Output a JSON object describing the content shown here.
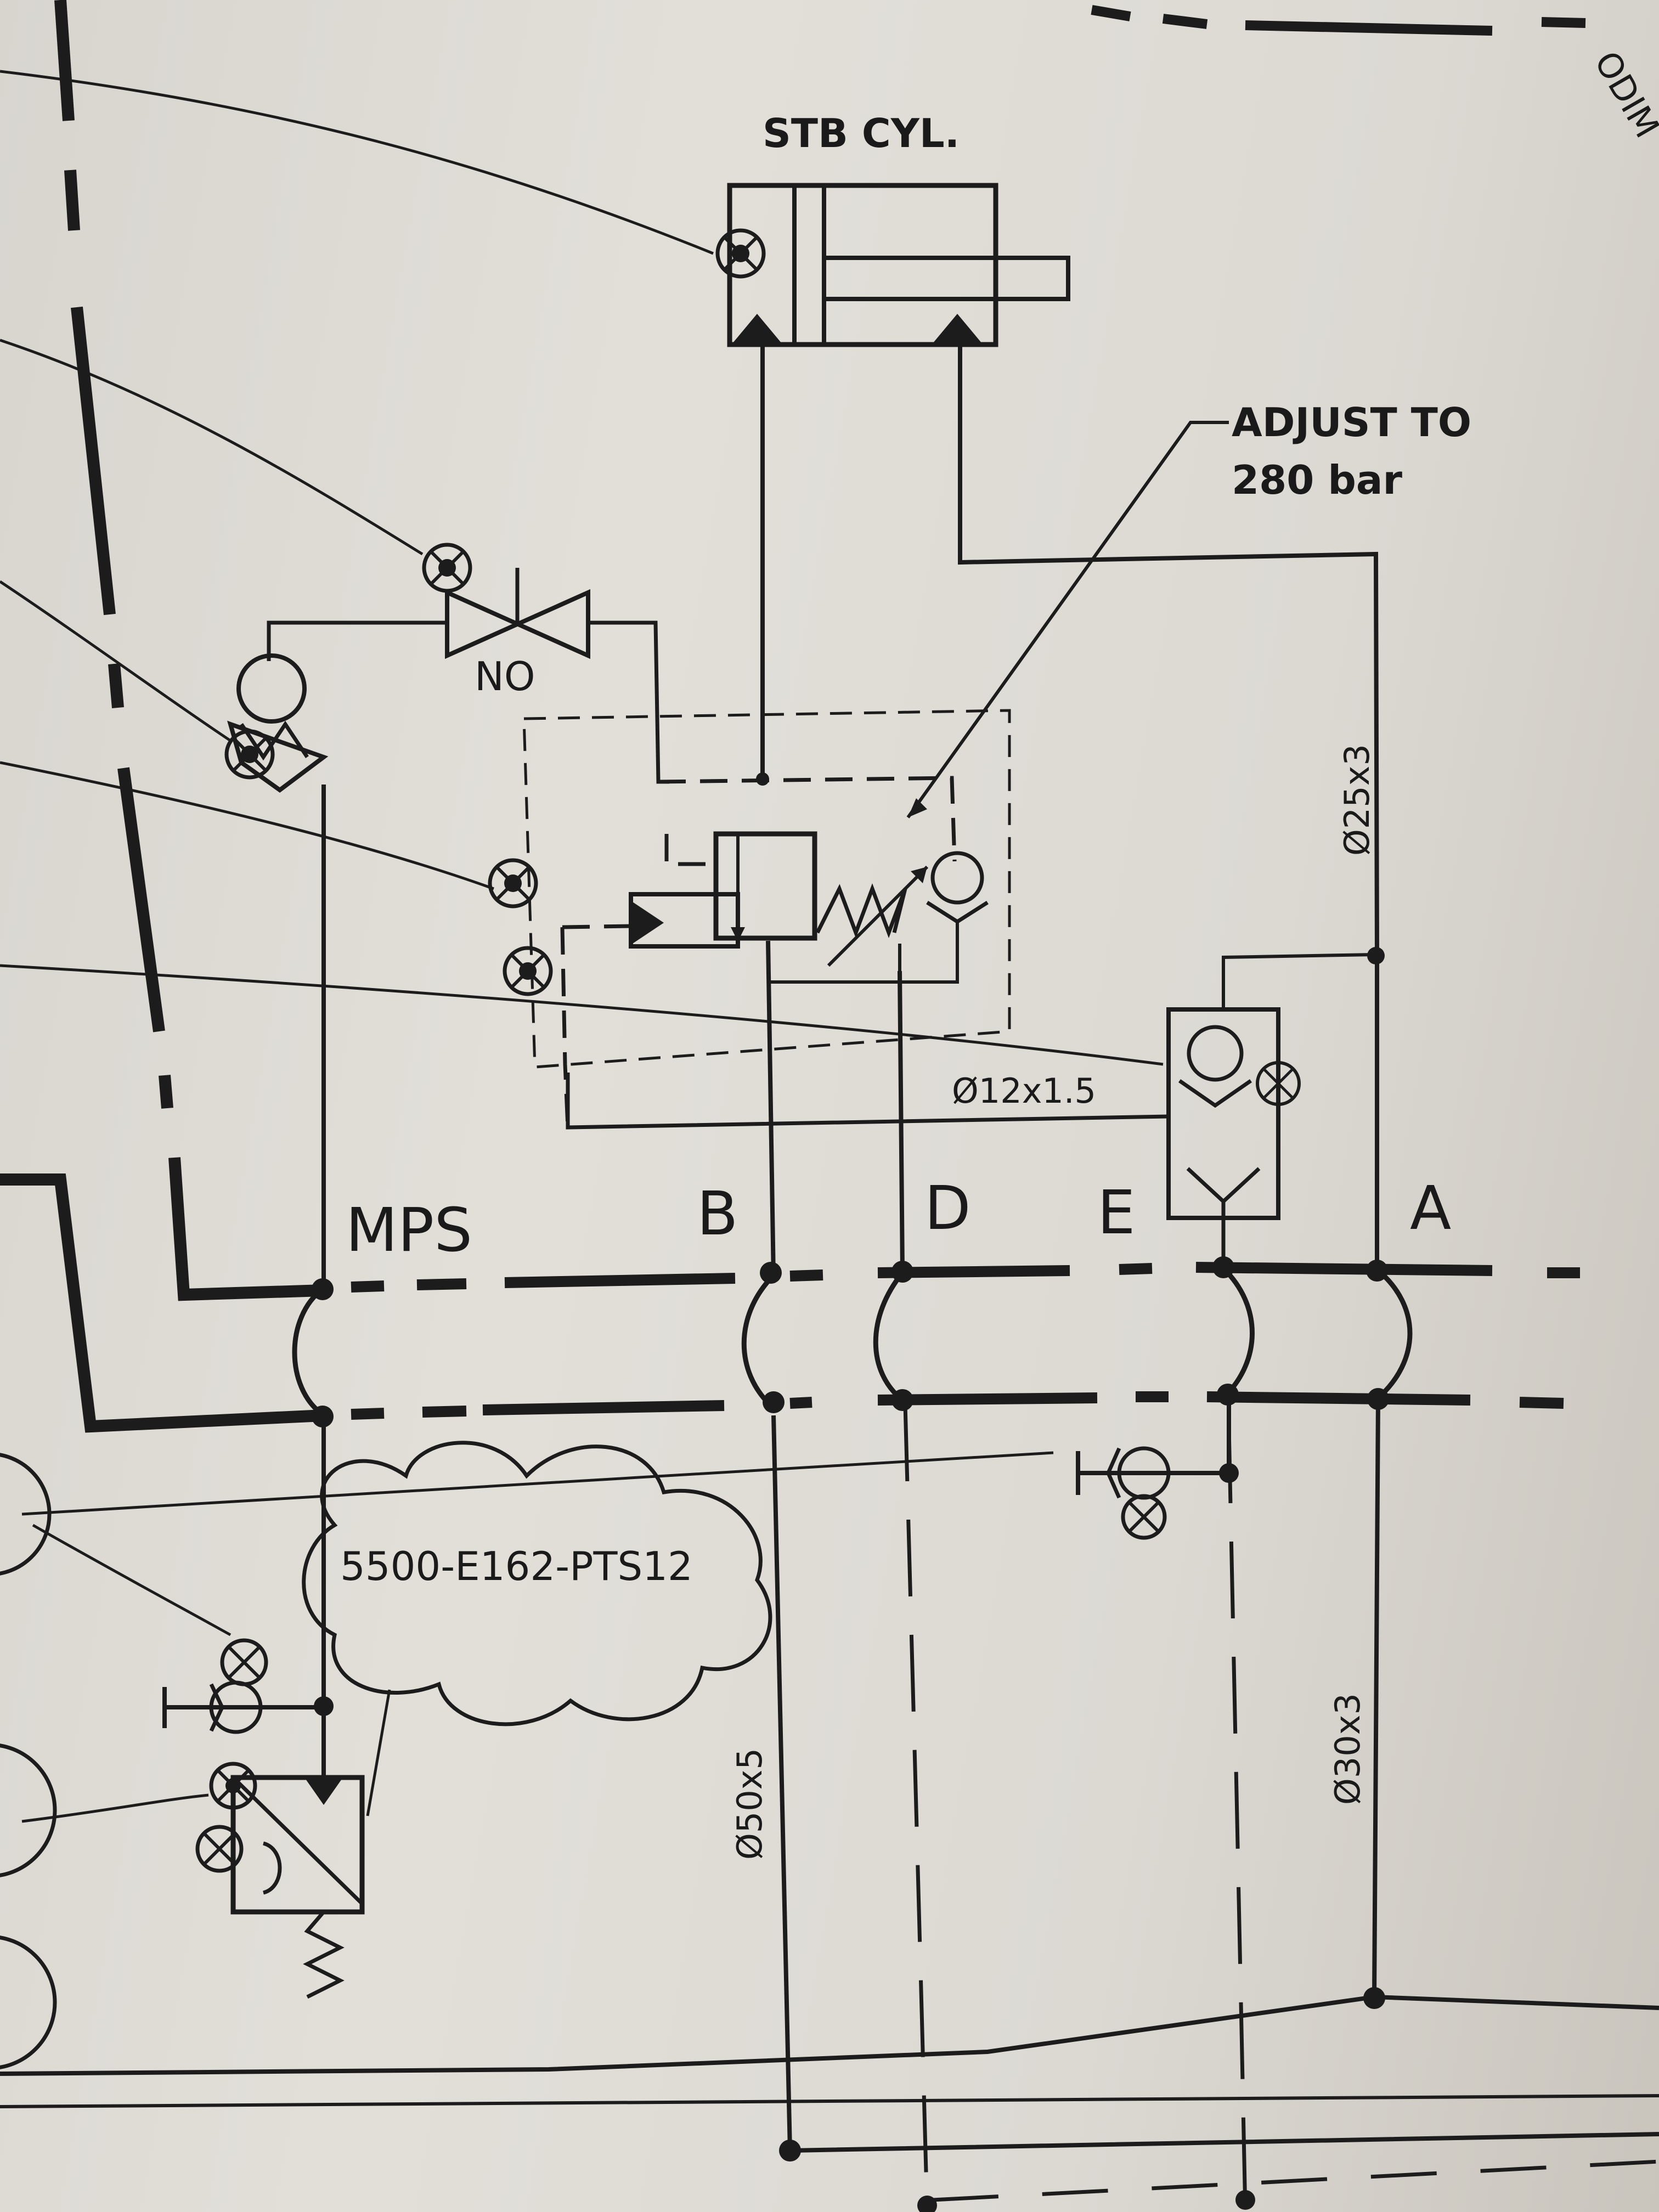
{
  "labels": {
    "stb_cyl": "STB CYL.",
    "adjust_line1": "ADJUST TO",
    "adjust_line2": "280 bar",
    "valve_no": "NO",
    "pipe_25": "Ø25x3",
    "pipe_12": "Ø12x1.5",
    "pipe_50": "Ø50x5",
    "pipe_30": "Ø30x3",
    "port_mps": "MPS",
    "port_b": "B",
    "port_d": "D",
    "port_e": "E",
    "port_a": "A",
    "cloud_ref": "5500-E162-PTS12",
    "corner_partial": "ODIM"
  },
  "colors": {
    "ink": "#1c1c1c",
    "paper": "#e2dfd9"
  }
}
